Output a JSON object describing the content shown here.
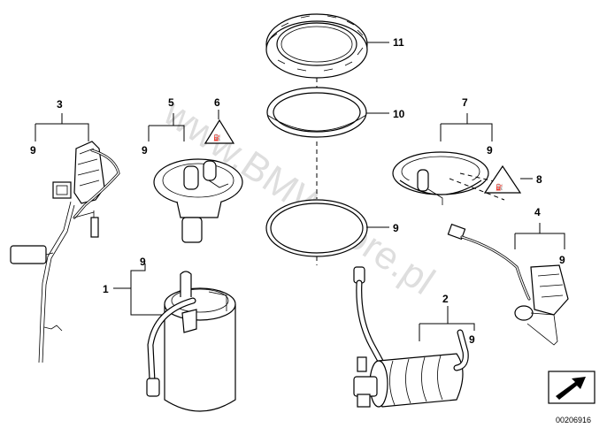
{
  "watermark": "www.BMWstore.pl",
  "diagram_code": "00206916",
  "callouts": {
    "c1": "1",
    "c2": "2",
    "c3": "3",
    "c4": "4",
    "c5": "5",
    "c6": "6",
    "c7": "7",
    "c8": "8",
    "c9": "9",
    "c10": "10",
    "c11": "11"
  },
  "icons": {
    "warning_triangle": "hazard-triangle-icon",
    "orientation_arrow": "arrow-box-icon"
  }
}
